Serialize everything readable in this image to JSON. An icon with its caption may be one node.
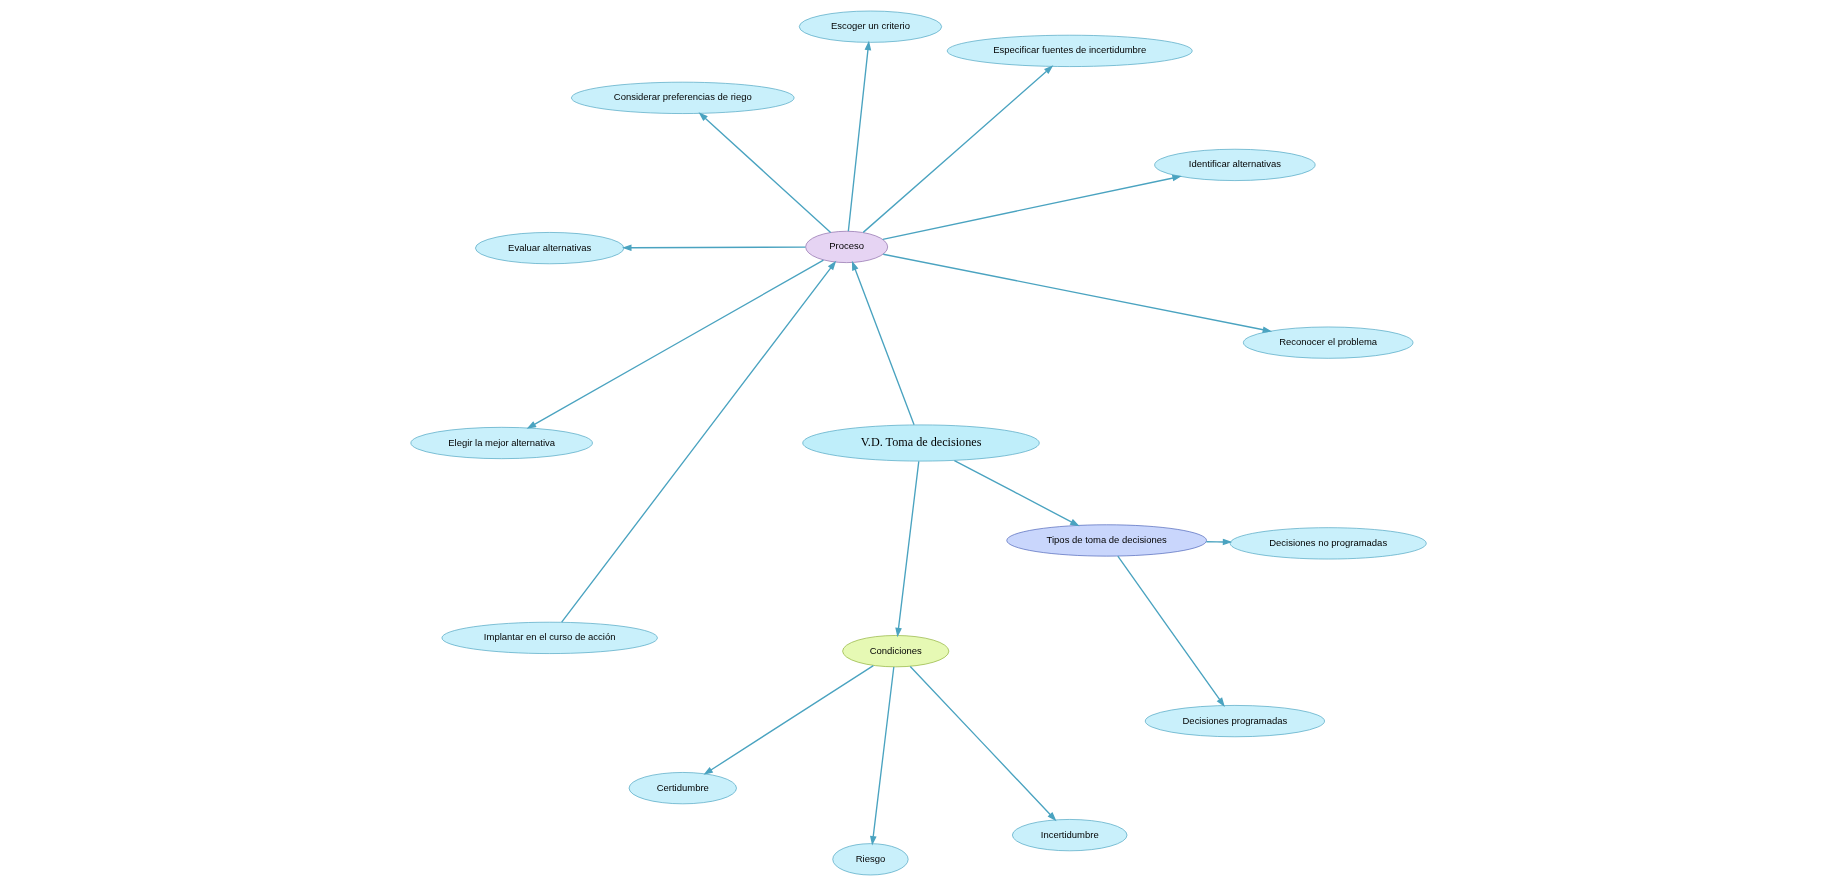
{
  "diagram": {
    "nodes": [
      {
        "text": [
          "V.D. Toma de decisiones"
        ]
      },
      {
        "text": [
          "Proceso"
        ]
      },
      {
        "text": [
          "Condiciones"
        ]
      },
      {
        "text": [
          "Tipos de toma de decisiones"
        ]
      },
      {
        "text": [
          "Reconocer el problema"
        ]
      },
      {
        "text": [
          "Identificar alternativas"
        ]
      },
      {
        "text": [
          "Especificar fuentes de incertidumbre"
        ]
      },
      {
        "text": [
          "Escoger un criterio"
        ]
      },
      {
        "text": [
          "Considerar preferencias de riego"
        ]
      },
      {
        "text": [
          "Evaluar alternativas"
        ]
      },
      {
        "text": [
          "Elegir la mejor alternativa"
        ]
      },
      {
        "text": [
          "Implantar en el curso de acción"
        ]
      },
      {
        "text": [
          "Certidumbre"
        ]
      },
      {
        "text": [
          "Riesgo"
        ]
      },
      {
        "text": [
          "Incertidumbre"
        ]
      },
      {
        "text": [
          "Decisiones programadas"
        ]
      },
      {
        "text": [
          "Decisiones no programadas"
        ]
      }
    ],
    "edges": [
      {
        "from": 0,
        "to": 1,
        "arrow": "to"
      },
      {
        "from": 1,
        "to": 4,
        "arrow": "to"
      },
      {
        "from": 1,
        "to": 5,
        "arrow": "to"
      },
      {
        "from": 1,
        "to": 6,
        "arrow": "to"
      },
      {
        "from": 1,
        "to": 7,
        "arrow": "to"
      },
      {
        "from": 1,
        "to": 8,
        "arrow": "to"
      },
      {
        "from": 1,
        "to": 9,
        "arrow": "to"
      },
      {
        "from": 1,
        "to": 10,
        "arrow": "to"
      },
      {
        "from": 11,
        "to": 1,
        "arrow": "to"
      },
      {
        "from": 0,
        "to": 2,
        "arrow": "to"
      },
      {
        "from": 0,
        "to": 3,
        "arrow": "to"
      },
      {
        "from": 2,
        "to": 12,
        "arrow": "to"
      },
      {
        "from": 2,
        "to": 13,
        "arrow": "to"
      },
      {
        "from": 2,
        "to": 14,
        "arrow": "to"
      },
      {
        "from": 3,
        "to": 15,
        "arrow": "to"
      },
      {
        "from": 3,
        "to": 16,
        "arrow": "to"
      }
    ]
  }
}
